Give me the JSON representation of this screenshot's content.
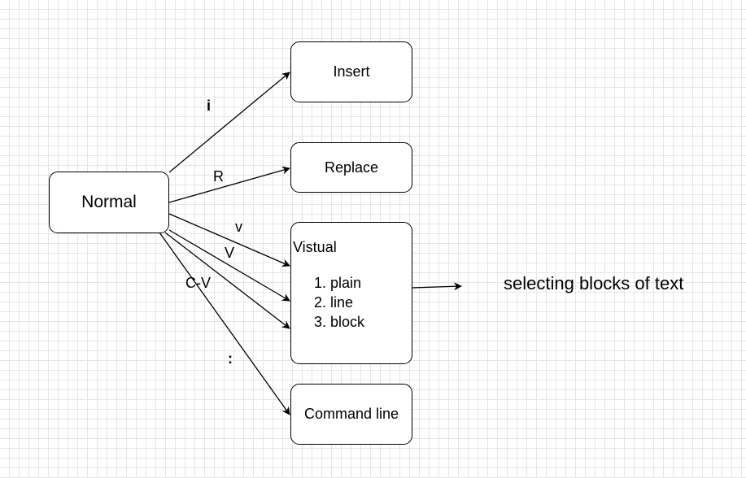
{
  "nodes": {
    "normal": "Normal",
    "insert": "Insert",
    "replace": "Replace",
    "visual": {
      "title": "Vistual",
      "items": [
        "1. plain",
        "2. line",
        "3. block"
      ]
    },
    "command_line": "Command line"
  },
  "edge_labels": {
    "to_insert": "i",
    "to_replace": "R",
    "to_visual_plain": "v",
    "to_visual_line": "V",
    "to_visual_block": "C-V",
    "to_command_line": ":"
  },
  "annotation": "selecting blocks of text"
}
